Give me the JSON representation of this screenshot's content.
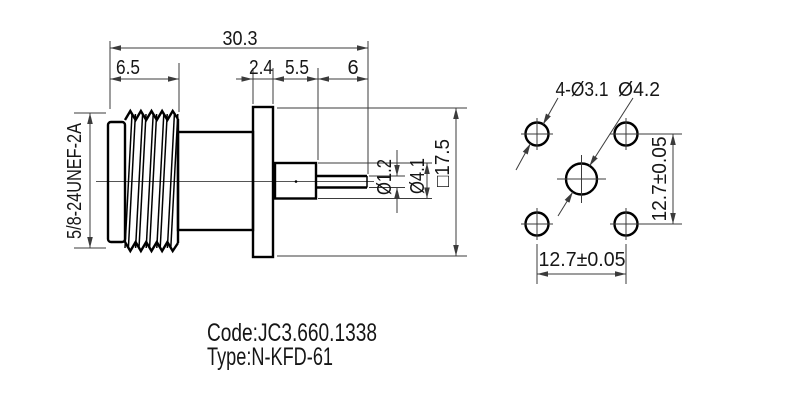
{
  "side_view": {
    "overall_length": "30.3",
    "nut_length": "6.5",
    "flange_thickness": "2.4",
    "insulator_length": "5.5",
    "pin_length": "6",
    "thread_spec": "5/8-24UNEF-2A",
    "pin_diameter": "Ø1.2",
    "insulator_diameter": "Ø4.1",
    "flange_square": "□17.5"
  },
  "end_view": {
    "mounting_holes": "4-Ø3.1",
    "center_hole": "Ø4.2",
    "hole_spacing_vertical": "12.7±0.05",
    "hole_spacing_horizontal": "12.7±0.05"
  },
  "footer": {
    "code": "Code:JC3.660.1338",
    "type": "Type:N-KFD-61"
  }
}
